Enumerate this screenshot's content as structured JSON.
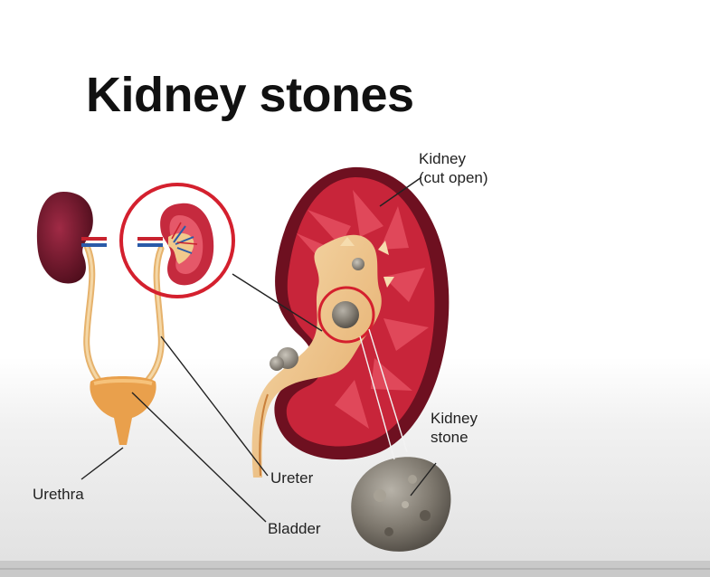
{
  "title": "Kidney stones",
  "labels": {
    "kidney_line1": "Kidney",
    "kidney_line2": "(cut open)",
    "stone_line1": "Kidney",
    "stone_line2": "stone",
    "ureter": "Ureter",
    "urethra": "Urethra",
    "bladder": "Bladder"
  },
  "colors": {
    "kidney_outer": "#6e1020",
    "kidney_tissue": "#c8253a",
    "pyramid": "#e0485a",
    "renal_pelvis": "#f1c98c",
    "tract": "#e8b673",
    "bladder": "#e9a04c",
    "callout_ring": "#d4202e",
    "stone": "#8c867c"
  }
}
